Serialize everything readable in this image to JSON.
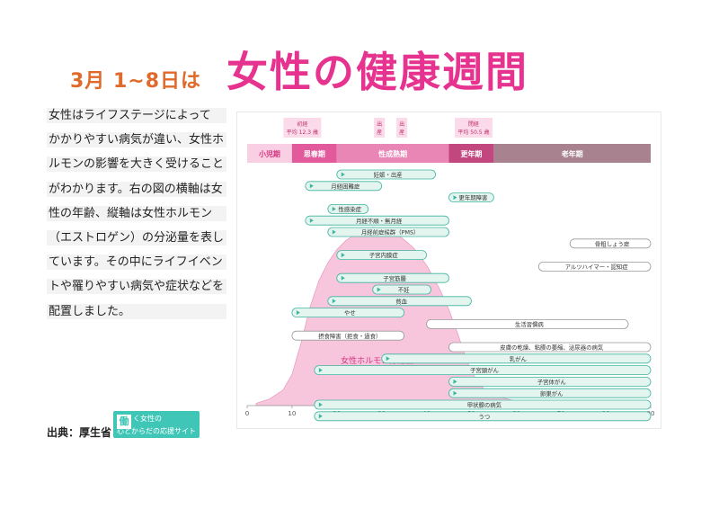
{
  "title": {
    "sub": "3月 1~8日は",
    "main": "女性の健康週間"
  },
  "description": [
    "女性はライフステージによって",
    "かかりやすい病気が違い、女性ホ",
    "ルモンの影響を大きく受けること",
    "がわかります。右の図の横軸は女",
    "性の年齢、縦軸は女性ホルモン",
    "（エストロゲン）の分泌量を表し",
    "ています。その中にライフイベン",
    "トや罹りやすい病気や症状などを",
    "配置しました。"
  ],
  "source": {
    "label": "出典：厚生省",
    "logo_mark": "働",
    "logo_line1": "く女性の",
    "logo_line2": "心とからだの応援サイト"
  },
  "colors": {
    "title_main": "#e6338f",
    "title_sub": "#e06a2a",
    "curve_fill": "#f7c6dd",
    "teal": "#3fb5a0",
    "teal_fill": "#e4f5f0",
    "grey": "#999999"
  },
  "chart_data": {
    "type": "timeline",
    "xlim": [
      0,
      90
    ],
    "x_ticks": [
      0,
      10,
      20,
      30,
      40,
      50,
      60,
      70,
      80,
      90
    ],
    "markers": [
      {
        "label_l1": "初経",
        "label_l2": "平均 12.3 歳",
        "age": 12.3
      },
      {
        "label_l1": "出",
        "label_l2": "産",
        "age": 29.5
      },
      {
        "label_l1": "出",
        "label_l2": "産",
        "age": 34.5
      },
      {
        "label_l1": "閉経",
        "label_l2": "平均 50.5 歳",
        "age": 50.5
      }
    ],
    "stages": [
      {
        "label": "小児期",
        "start": 0,
        "end": 10,
        "color": "#f9d0e3",
        "text_color": "#d6337f"
      },
      {
        "label": "思春期",
        "start": 10,
        "end": 20,
        "color": "#e25a9c",
        "text_color": "#ffffff"
      },
      {
        "label": "性成熟期",
        "start": 20,
        "end": 45,
        "color": "#ea86b6",
        "text_color": "#ffffff"
      },
      {
        "label": "更年期",
        "start": 45,
        "end": 55,
        "color": "#c2477f",
        "text_color": "#ffffff"
      },
      {
        "label": "老年期",
        "start": 55,
        "end": 90,
        "color": "#a8838f",
        "text_color": "#ffffff"
      }
    ],
    "hormone_curve": {
      "label": "女性ホルモン分泌量",
      "points": [
        [
          2,
          0.01
        ],
        [
          5,
          0.03
        ],
        [
          8,
          0.07
        ],
        [
          10,
          0.14
        ],
        [
          12,
          0.28
        ],
        [
          14,
          0.44
        ],
        [
          16,
          0.56
        ],
        [
          18,
          0.64
        ],
        [
          20,
          0.7
        ],
        [
          22,
          0.74
        ],
        [
          25,
          0.78
        ],
        [
          28,
          0.8
        ],
        [
          31,
          0.79
        ],
        [
          34,
          0.76
        ],
        [
          37,
          0.71
        ],
        [
          40,
          0.63
        ],
        [
          43,
          0.52
        ],
        [
          45,
          0.43
        ],
        [
          47,
          0.32
        ],
        [
          49,
          0.2
        ],
        [
          51,
          0.12
        ],
        [
          53,
          0.07
        ],
        [
          56,
          0.04
        ],
        [
          60,
          0.02
        ],
        [
          66,
          0.01
        ],
        [
          75,
          0.004
        ],
        [
          90,
          0
        ]
      ]
    },
    "bars": [
      {
        "label": "妊娠・出産",
        "start": 20,
        "end": 42,
        "style": "teal"
      },
      {
        "label": "月経困難症",
        "start": 13,
        "end": 30,
        "style": "teal"
      },
      {
        "label": "更年期障害",
        "start": 45,
        "end": 55,
        "style": "teal"
      },
      {
        "label": "性感染症",
        "start": 18,
        "end": 27,
        "style": "teal"
      },
      {
        "label": "月経不順・無月経",
        "start": 13,
        "end": 45,
        "style": "teal"
      },
      {
        "label": "月経前症候群（PMS）",
        "start": 18,
        "end": 45,
        "style": "teal"
      },
      {
        "label": "骨粗しょう症",
        "start": 72,
        "end": 90,
        "style": "grey"
      },
      {
        "label": "子宮内膜症",
        "start": 20,
        "end": 40,
        "style": "teal"
      },
      {
        "label": "アルツハイマー・認知症",
        "start": 65,
        "end": 90,
        "style": "grey"
      },
      {
        "label": "子宮筋腫",
        "start": 20,
        "end": 45,
        "style": "teal"
      },
      {
        "label": "不妊",
        "start": 28,
        "end": 41,
        "style": "teal"
      },
      {
        "label": "貧血",
        "start": 18,
        "end": 50,
        "style": "teal"
      },
      {
        "label": "やせ",
        "start": 10,
        "end": 35,
        "style": "teal"
      },
      {
        "label": "生活習慣病",
        "start": 40,
        "end": 85,
        "style": "grey"
      },
      {
        "label": "摂食障害（拒食・過食）",
        "start": 10,
        "end": 35,
        "style": "grey"
      },
      {
        "label": "皮膚の乾燥、粘膜の萎縮、泌尿器の病気",
        "start": 45,
        "end": 90,
        "style": "grey"
      },
      {
        "label": "乳がん",
        "start": 30,
        "end": 90,
        "style": "teal"
      },
      {
        "label": "子宮頸がん",
        "start": 15,
        "end": 90,
        "style": "teal"
      },
      {
        "label": "子宮体がん",
        "start": 45,
        "end": 90,
        "style": "teal"
      },
      {
        "label": "卵巣がん",
        "start": 45,
        "end": 90,
        "style": "teal"
      },
      {
        "label": "甲状腺の病気",
        "start": 15,
        "end": 90,
        "style": "teal"
      },
      {
        "label": "うつ",
        "start": 15,
        "end": 90,
        "style": "teal"
      }
    ]
  }
}
